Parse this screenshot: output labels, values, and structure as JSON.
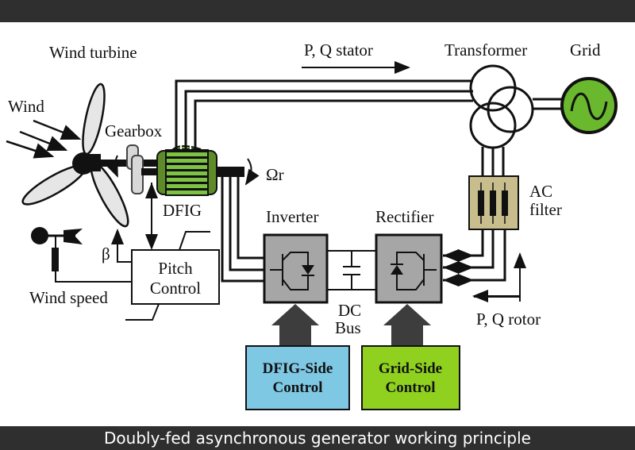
{
  "labels": {
    "wind_turbine": "Wind turbine",
    "wind": "Wind",
    "gearbox": "Gearbox",
    "dfig": "DFIG",
    "omega_r": "Ωr",
    "p_q_stator": "P, Q stator",
    "transformer": "Transformer",
    "grid": "Grid",
    "ac_filter_line1": "AC",
    "ac_filter_line2": "filter",
    "inverter": "Inverter",
    "rectifier": "Rectifier",
    "dc_line1": "DC",
    "dc_line2": "Bus",
    "beta": "β",
    "pitch_line1": "Pitch",
    "pitch_line2": "Control",
    "wind_speed": "Wind speed",
    "p_q_rotor": "P, Q rotor",
    "dfig_side_line1": "DFIG-Side",
    "dfig_side_line2": "Control",
    "grid_side_line1": "Grid-Side",
    "grid_side_line2": "Control"
  },
  "caption": "Doubly-fed asynchronous generator working principle",
  "colors": {
    "bar": "#2f2f2f",
    "generator_green": "#7dc242",
    "grid_green": "#6ab82e",
    "filter_tan": "#c8bd8c",
    "converter_gray": "#a6a6a6",
    "dfig_side_blue": "#7ec8e3",
    "grid_side_green": "#8fd11e"
  }
}
